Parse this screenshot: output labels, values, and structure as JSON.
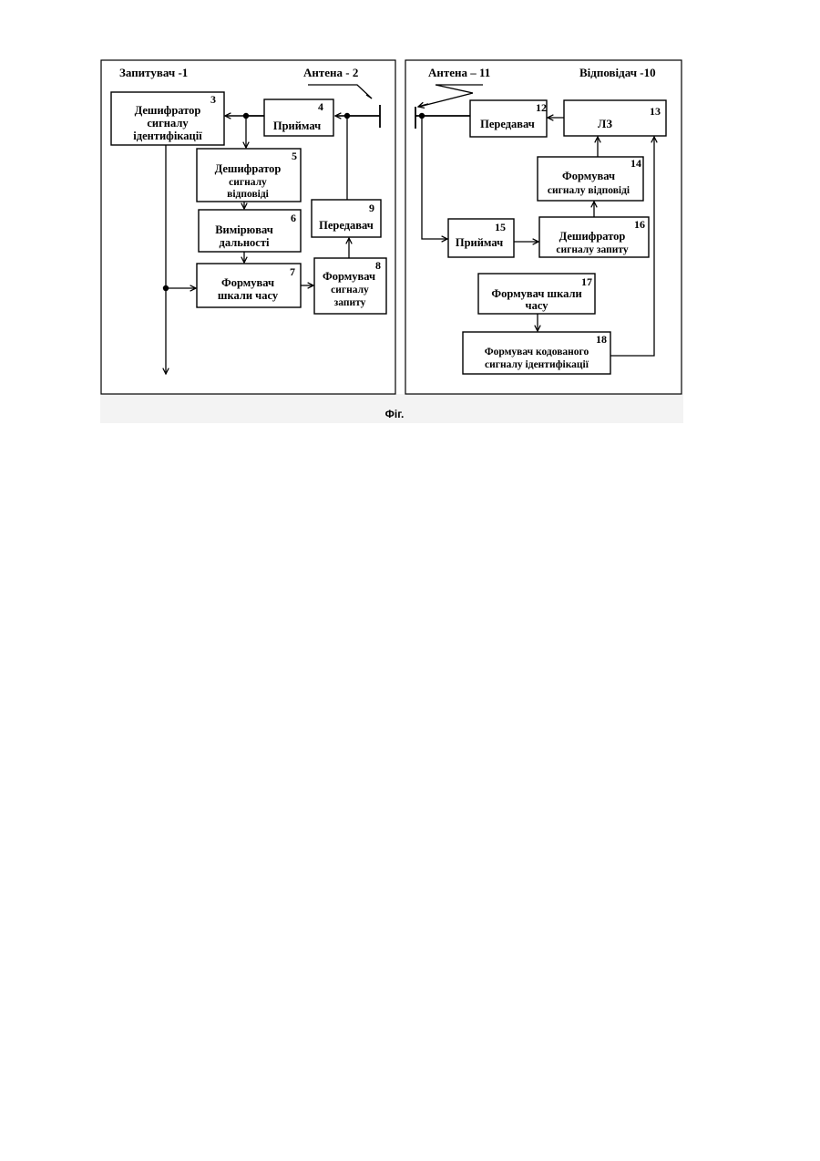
{
  "left_panel": {
    "title": "Запитувач -1",
    "antenna": "Антена - 2",
    "blocks": {
      "b3": {
        "num": "3",
        "lines": [
          "Дешифратор",
          "сигналу",
          "ідентифікації"
        ]
      },
      "b4": {
        "num": "4",
        "lines": [
          "Приймач"
        ]
      },
      "b5": {
        "num": "5",
        "lines": [
          "Дешифратор",
          "сигналу",
          "відповіді"
        ]
      },
      "b6": {
        "num": "6",
        "lines": [
          "Вимірювач",
          "дальності"
        ]
      },
      "b7": {
        "num": "7",
        "lines": [
          "Формувач",
          "шкали часу"
        ]
      },
      "b8": {
        "num": "8",
        "lines": [
          "Формувач",
          "сигналу",
          "запиту"
        ]
      },
      "b9": {
        "num": "9",
        "lines": [
          "Передавач"
        ]
      }
    }
  },
  "right_panel": {
    "title": "Відповідач -10",
    "antenna": "Антена – 11",
    "blocks": {
      "b12": {
        "num": "12",
        "lines": [
          "Передавач"
        ]
      },
      "b13": {
        "num": "13",
        "lines": [
          "ЛЗ"
        ]
      },
      "b14": {
        "num": "14",
        "lines": [
          "Формувач",
          "сигналу відповіді"
        ]
      },
      "b15": {
        "num": "15",
        "lines": [
          "Приймач"
        ]
      },
      "b16": {
        "num": "16",
        "lines": [
          "Дешифратор",
          "сигналу запиту"
        ]
      },
      "b17": {
        "num": "17",
        "lines": [
          "Формувач шкали",
          "часу"
        ]
      },
      "b18": {
        "num": "18",
        "lines": [
          "Формувач кодованого",
          "сигналу ідентифікації"
        ]
      }
    }
  },
  "caption": "Фіг."
}
